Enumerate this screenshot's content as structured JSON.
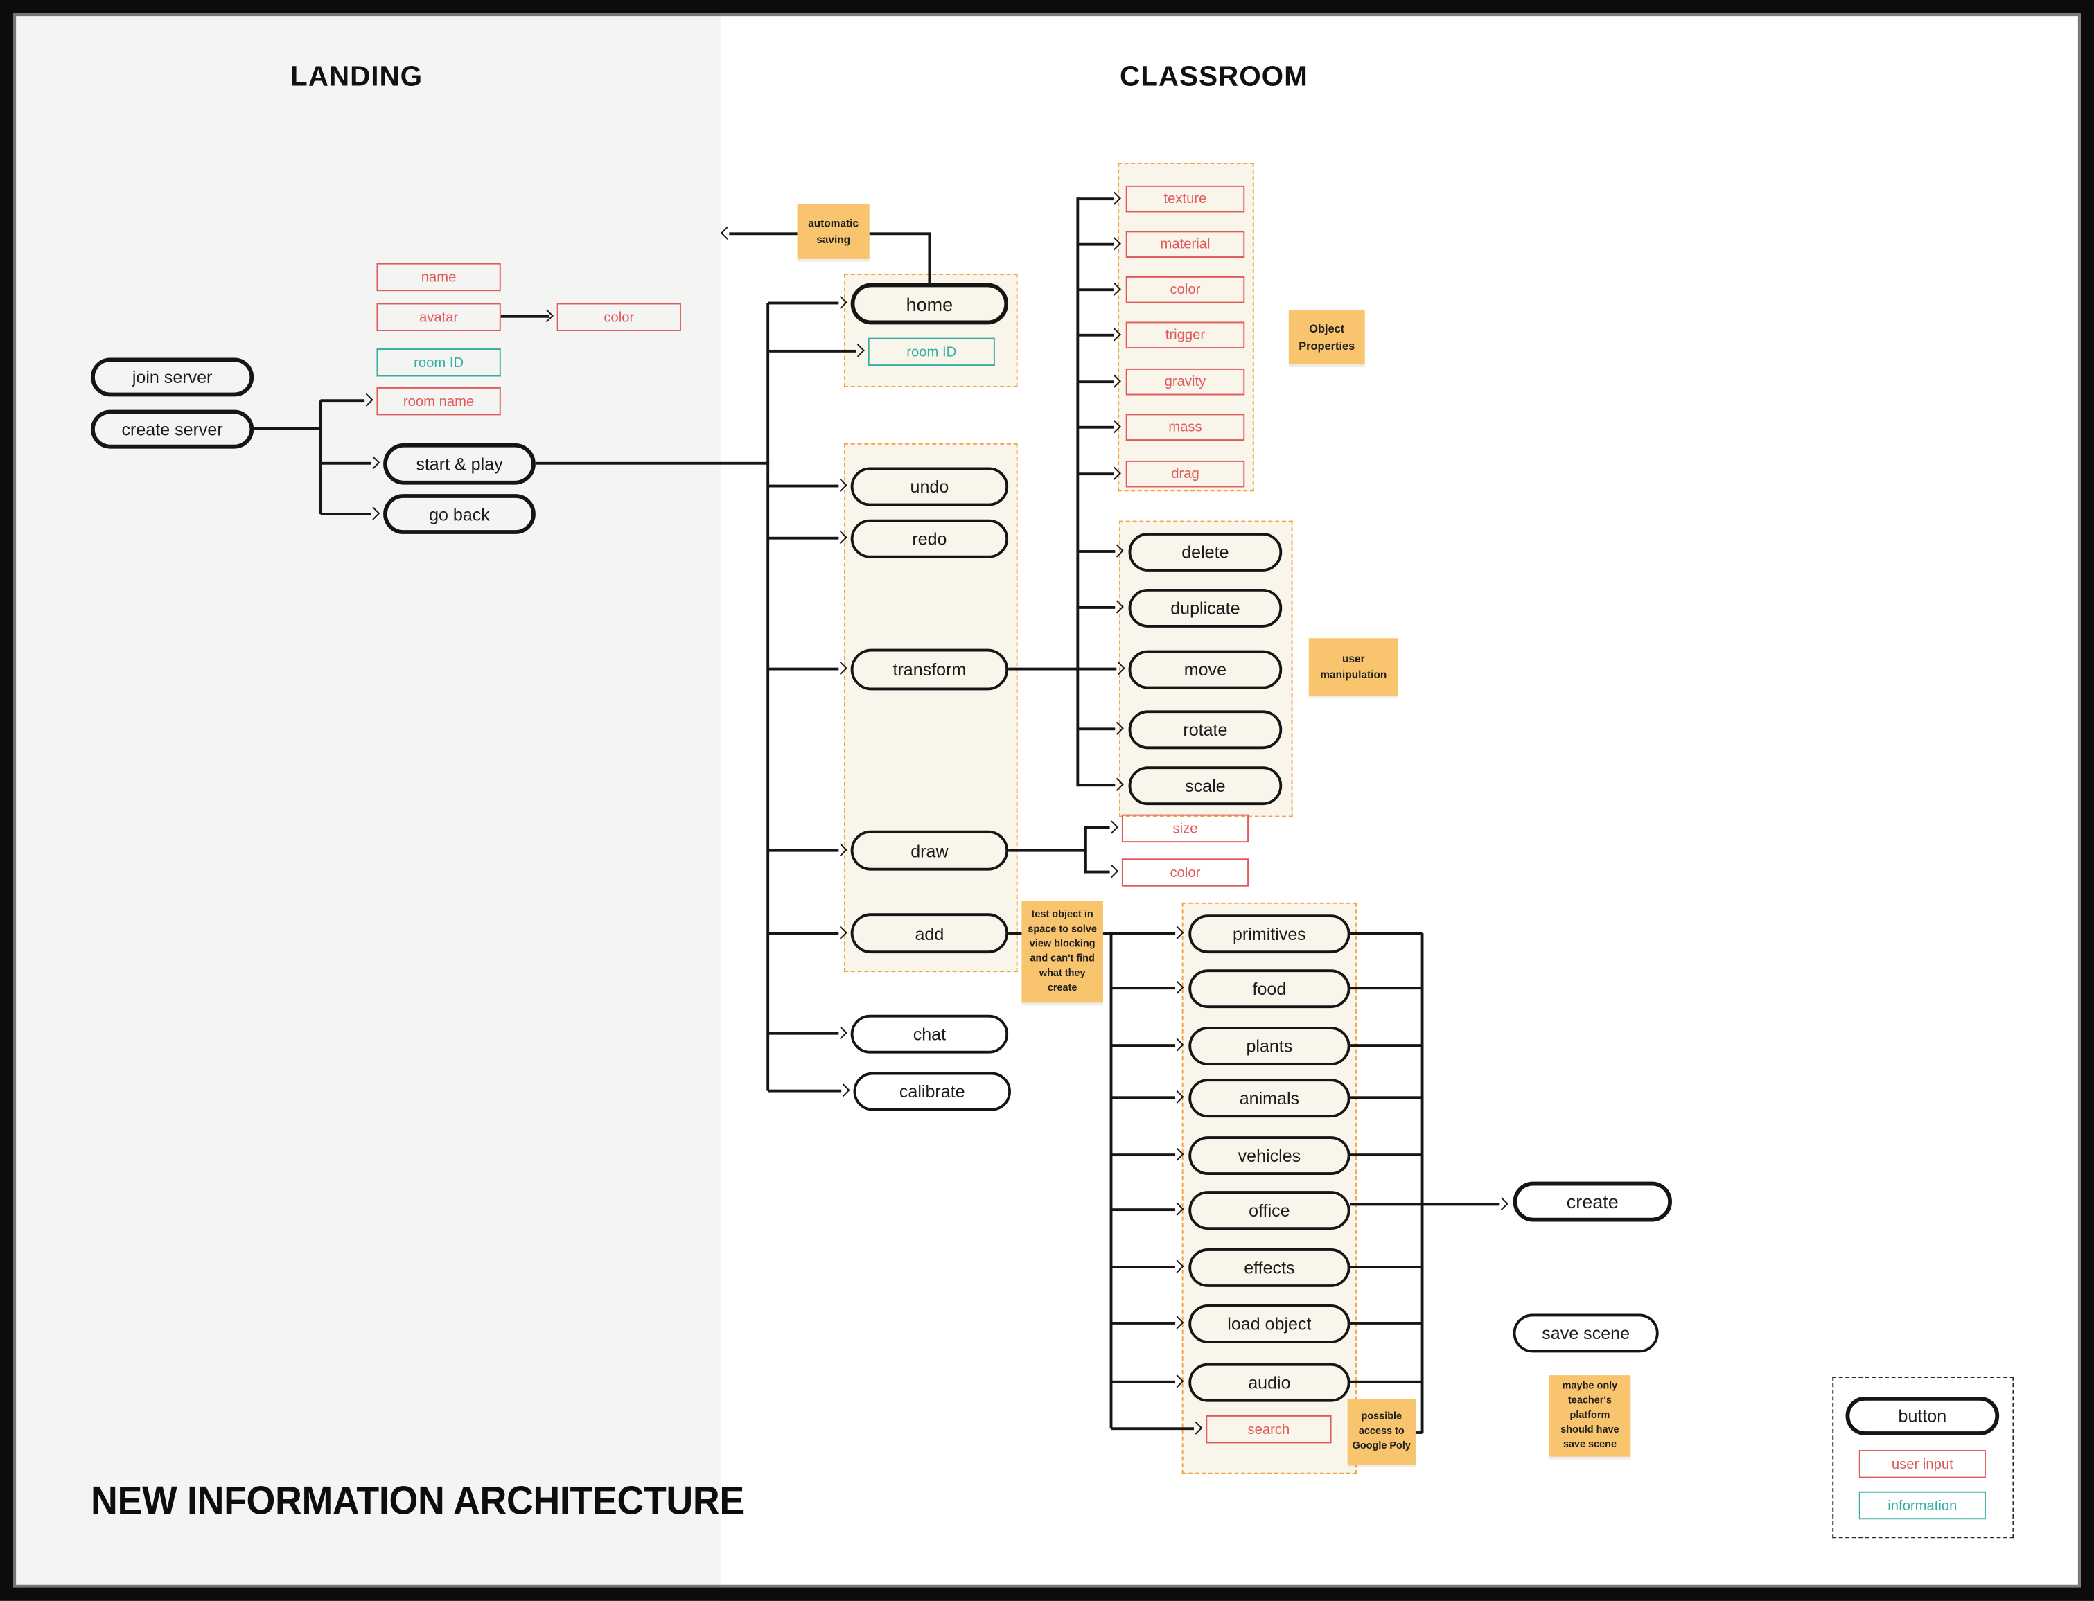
{
  "title": "NEW INFORMATION ARCHITECTURE",
  "landing": {
    "header": "LANDING",
    "join_server": "join server",
    "create_server": "create server",
    "start_play": "start & play",
    "go_back": "go back",
    "inputs": {
      "name": "name",
      "avatar": "avatar",
      "color": "color",
      "room_id": "room ID",
      "room_name": "room name"
    }
  },
  "classroom": {
    "header": "CLASSROOM",
    "home": "home",
    "room_id": "room ID",
    "menu": {
      "undo": "undo",
      "redo": "redo",
      "transform": "transform",
      "draw": "draw",
      "add": "add",
      "chat": "chat",
      "calibrate": "calibrate"
    },
    "object_properties": [
      "texture",
      "material",
      "color",
      "trigger",
      "gravity",
      "mass",
      "drag"
    ],
    "manipulation": [
      "delete",
      "duplicate",
      "move",
      "rotate",
      "scale"
    ],
    "draw_options": [
      "size",
      "color"
    ],
    "add_categories": [
      "primitives",
      "food",
      "plants",
      "animals",
      "vehicles",
      "office",
      "effects",
      "load object",
      "audio"
    ],
    "search": "search",
    "create": "create",
    "save_scene": "save scene"
  },
  "notes": {
    "automatic_saving": "automatic saving",
    "object_properties": "Object Properties",
    "user_manipulation": "user manipulation",
    "test_object": "test object in space to solve view blocking and can't find what they create",
    "google_poly": "possible access to Google Poly",
    "save_scene_teacher": "maybe only teacher's platform should have save scene"
  },
  "legend": {
    "button": "button",
    "user_input": "user input",
    "information": "information"
  },
  "colors": {
    "user_input_red": "#E05A5A",
    "information_teal": "#35AEA4",
    "note_fill": "#F8C46D",
    "group_dash": "#F2A13C",
    "group_fill": "#FAF5EA",
    "left_panel": "#F4F4F2",
    "line_black": "#161616"
  }
}
